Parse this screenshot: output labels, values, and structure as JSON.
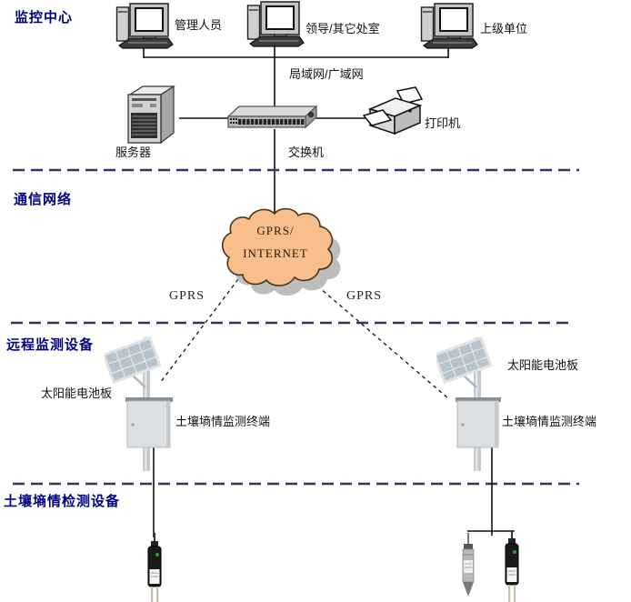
{
  "sections": [
    {
      "id": "monitoring-center",
      "label": "监控中心"
    },
    {
      "id": "communication-network",
      "label": "通信网络"
    },
    {
      "id": "remote-monitoring",
      "label": "远程监测设备"
    },
    {
      "id": "soil-detection",
      "label": "土壤墒情检测设备"
    }
  ],
  "nodes": {
    "admin_pc": "管理人员",
    "leader_pc": "领导/其它处室",
    "superior_unit_pc": "上级单位",
    "lan_wan": "局域网/广域网",
    "server": "服务器",
    "switch": "交换机",
    "printer": "打印机"
  },
  "cloud": {
    "line1": "GPRS/",
    "line2": "INTERNET"
  },
  "links": {
    "gprs_left": "GPRS",
    "gprs_right": "GPRS"
  },
  "stations": {
    "left": {
      "solar_panel": "太阳能电池板",
      "terminal": "土壤墒情监测终端"
    },
    "right": {
      "solar_panel": "太阳能电池板",
      "terminal": "土壤墒情监测终端"
    }
  },
  "colors": {
    "section_label": "#000080",
    "divider": "#333366",
    "connector": "#111111",
    "cloud_fill": "#F8BE8C",
    "cloud_stroke": "#4A3419",
    "cloud_shadow": "#BDBDBD",
    "background": "#FFFFFF"
  }
}
